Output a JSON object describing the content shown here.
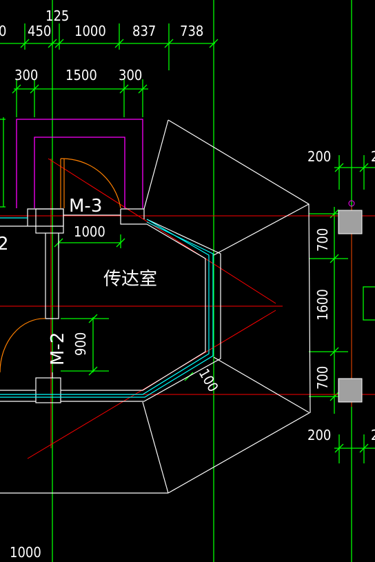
{
  "colors": {
    "background": "#000000",
    "grid": "#00ff00",
    "axis": "#ff0000",
    "wall_outline": "#ffffff",
    "wall_cyan": "#00ffff",
    "magenta": "#ff00ff",
    "door_arc": "#ff8000",
    "column_fill": "#a0a0a0"
  },
  "dims_top_row1": [
    "125",
    "0",
    "450",
    "1000",
    "837",
    "738"
  ],
  "dims_top_row2": [
    "300",
    "1500",
    "300"
  ],
  "door_m3": {
    "label": "M-3",
    "width": "1000"
  },
  "door_m2": {
    "label": "M-2",
    "width": "900"
  },
  "room_name": "传达室",
  "right_dims": {
    "top_gap": "200",
    "seg1": "700",
    "seg2": "1600",
    "seg3": "700",
    "bottom_gap": "200",
    "edge_top": "2",
    "edge_bottom": "2"
  },
  "wall_thickness": "100",
  "left_marks": [
    "2"
  ],
  "bottom_dim": "1000"
}
